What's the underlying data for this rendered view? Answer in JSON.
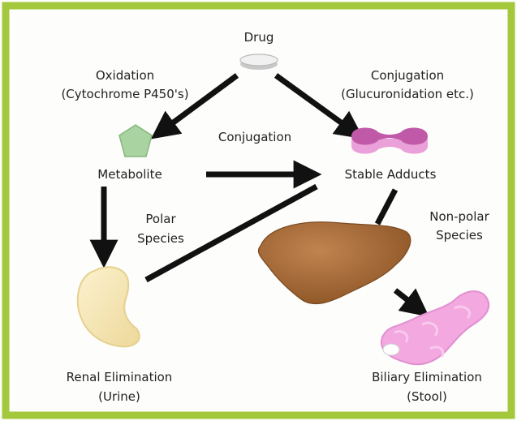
{
  "colors": {
    "border": "#a4c83b",
    "arrow": "#111111",
    "metabolite_fill": "#a9d3a0",
    "adduct_fill": "#c05aa8",
    "liver_fill": "#a86a3a",
    "kidney_fill": "#f6e7b4",
    "intestine_fill": "#f3a8e0"
  },
  "labels": {
    "drug": "Drug",
    "oxidation_line1": "Oxidation",
    "oxidation_line2": "(Cytochrome P450's)",
    "conjugation_top_line1": "Conjugation",
    "conjugation_top_line2": "(Glucuronidation etc.)",
    "conjugation_middle": "Conjugation",
    "metabolite": "Metabolite",
    "stable_adducts": "Stable Adducts",
    "polar_line1": "Polar",
    "polar_line2": "Species",
    "nonpolar_line1": "Non-polar",
    "nonpolar_line2": "Species",
    "renal_line1": "Renal Elimination",
    "renal_line2": "(Urine)",
    "biliary_line1": "Biliary Elimination",
    "biliary_line2": "(Stool)"
  },
  "icons": {
    "drug": "pill-icon",
    "metabolite": "pentagon-icon",
    "adducts": "bone-shaped-molecule-icon",
    "kidney": "kidney-icon",
    "liver": "liver-icon",
    "intestine": "intestine-icon"
  }
}
